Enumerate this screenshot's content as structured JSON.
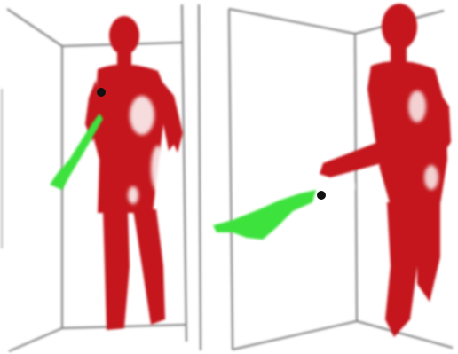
{
  "scene": {
    "panels": [
      {
        "id": "left",
        "description_name": "left-panel"
      },
      {
        "id": "right",
        "description_name": "right-panel"
      }
    ]
  },
  "colors": {
    "background": "#ffffff",
    "frame_lines": "#7a7a7a",
    "figure": "#c4151a",
    "figure_dark": "#9e0f14",
    "arrow": "#3ee23e",
    "marker": "#111111"
  },
  "icons": {
    "left_figure": "human-figure-front-icon",
    "right_figure": "human-figure-side-icon",
    "left_arrow": "pointing-arrow-icon",
    "right_arrow": "pointing-arrow-icon",
    "left_marker": "point-marker-icon",
    "right_marker": "point-marker-icon"
  }
}
